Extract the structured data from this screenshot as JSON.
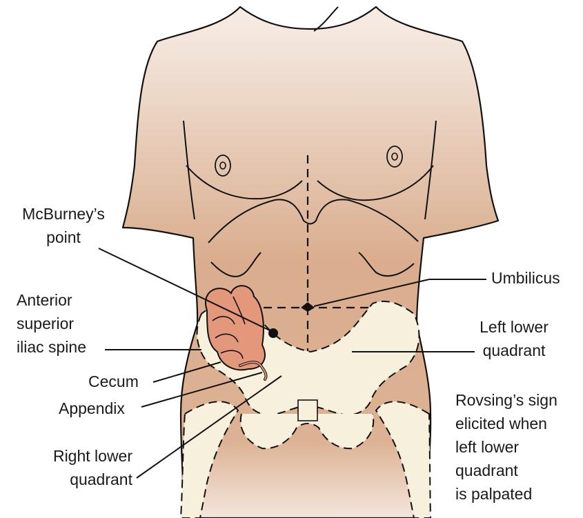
{
  "labels": {
    "mcburney": [
      "McBurney’s",
      "point"
    ],
    "umbilicus": [
      "Umbilicus"
    ],
    "asis": [
      "Anterior",
      "superior",
      "iliac spine"
    ],
    "llq": [
      "Left lower",
      "quadrant"
    ],
    "cecum": [
      "Cecum"
    ],
    "appendix": [
      "Appendix"
    ],
    "rovsing": [
      "Rovsing’s sign",
      "elicited when",
      "left lower",
      "quadrant",
      "is palpated"
    ],
    "rlq": [
      "Right lower",
      "quadrant"
    ]
  },
  "colors": {
    "skin_light": "#f3e6dc",
    "skin_dark": "#d2a584",
    "bone": "#f5f0dc",
    "cecum": "#e3977b",
    "outline": "#111111"
  }
}
